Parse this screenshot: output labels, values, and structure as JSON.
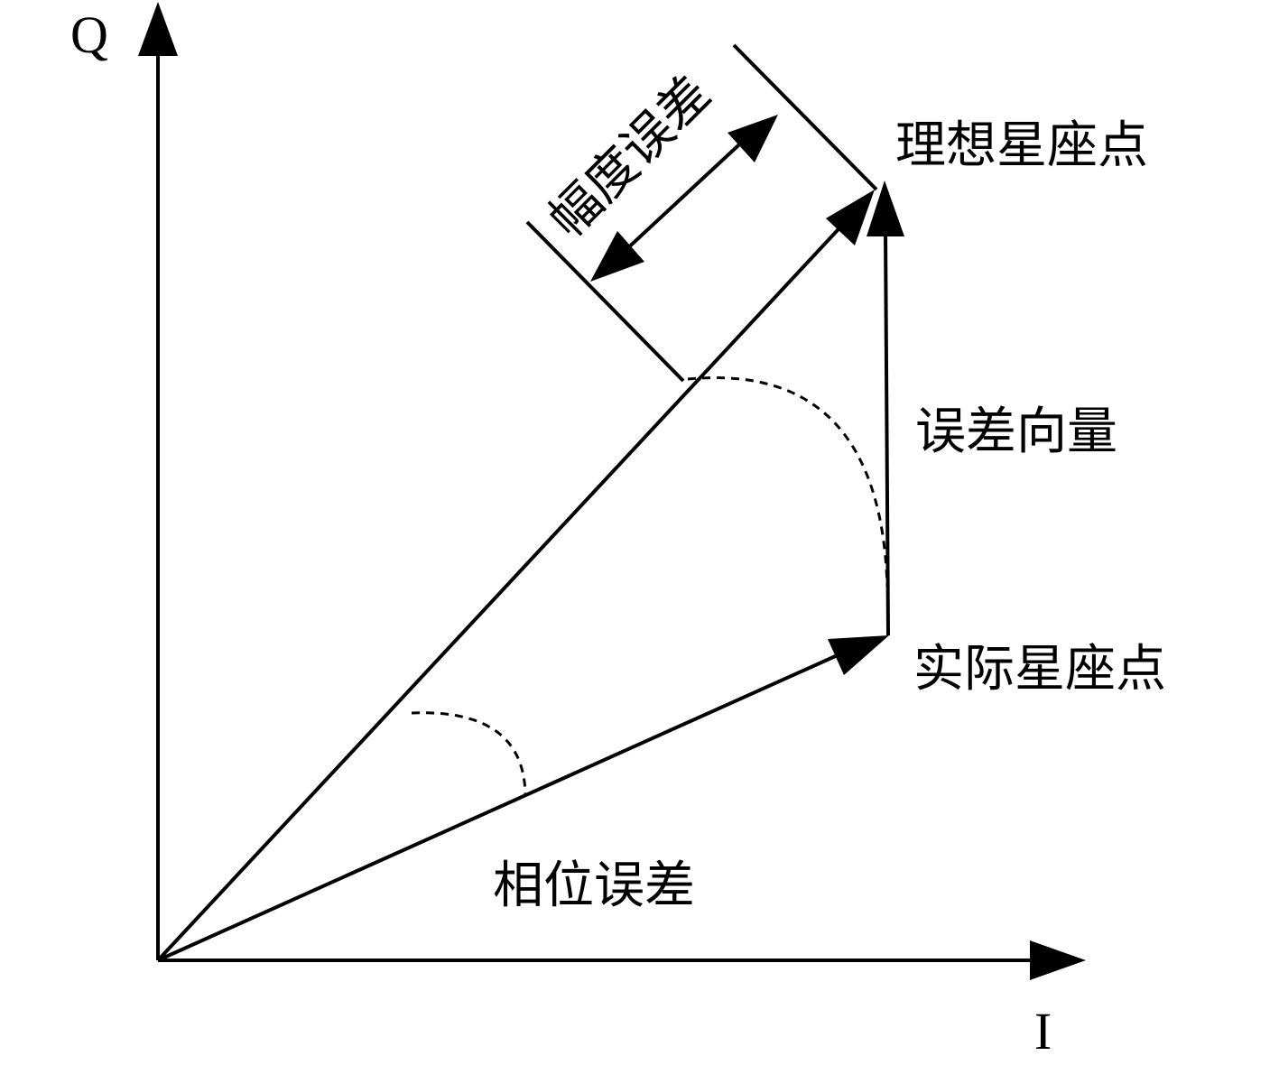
{
  "axes": {
    "x_label": "I",
    "y_label": "Q"
  },
  "labels": {
    "ideal_point": "理想星座点",
    "actual_point": "实际星座点",
    "error_vector": "误差向量",
    "phase_error": "相位误差",
    "magnitude_error": "幅度误差"
  },
  "colors": {
    "ink": "#000000",
    "background": "#ffffff"
  }
}
